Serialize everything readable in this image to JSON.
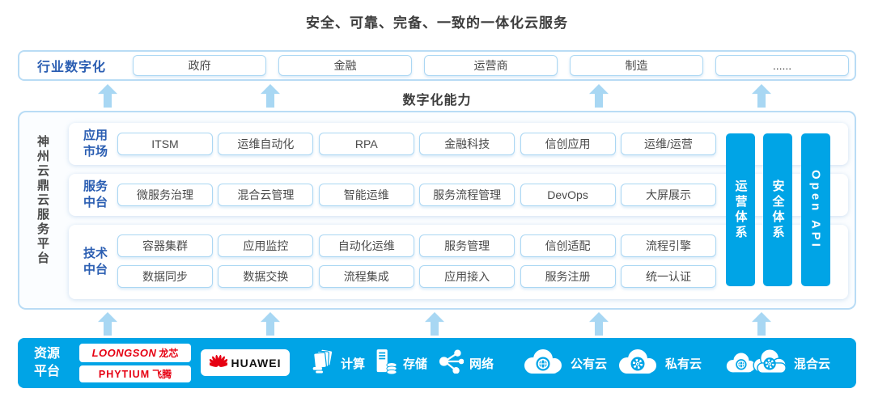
{
  "title": "安全、可靠、完备、一致的一体化云服务",
  "industry": {
    "label": "行业数字化",
    "items": [
      "政府",
      "金融",
      "运营商",
      "制造",
      "......"
    ]
  },
  "capability": {
    "label": "数字化能力"
  },
  "platform": {
    "side_label": "神州云鼎云服务平台",
    "rows": [
      {
        "label": "应用市场",
        "items": [
          "ITSM",
          "运维自动化",
          "RPA",
          "金融科技",
          "信创应用",
          "运维/运营"
        ]
      },
      {
        "label": "服务中台",
        "items": [
          "微服务治理",
          "混合云管理",
          "智能运维",
          "服务流程管理",
          "DevOps",
          "大屏展示"
        ]
      },
      {
        "label": "技术中台",
        "items": [
          "容器集群",
          "应用监控",
          "自动化运维",
          "服务管理",
          "信创适配",
          "流程引擎"
        ],
        "items2": [
          "数据同步",
          "数据交换",
          "流程集成",
          "应用接入",
          "服务注册",
          "统一认证"
        ]
      }
    ],
    "pillars": [
      "运营体系",
      "安全体系",
      "Open API"
    ]
  },
  "resources": {
    "label": "资源平台",
    "vendors": {
      "loongson_en": "LOONGSON",
      "loongson_cn": "龙芯",
      "phytium_en": "PHYTIUM",
      "phytium_cn": "飞腾",
      "huawei": "HUAWEI"
    },
    "items": [
      "计算",
      "存储",
      "网络",
      "公有云",
      "私有云",
      "混合云"
    ]
  },
  "colors": {
    "accent": "#00A4E6",
    "label_blue": "#2B5EB2",
    "border_light": "#ABD7F3",
    "arrow": "#A8D7F3",
    "logo_red": "#E60012",
    "text_dark": "#3C3C3C",
    "text_box": "#4A4A4A"
  }
}
